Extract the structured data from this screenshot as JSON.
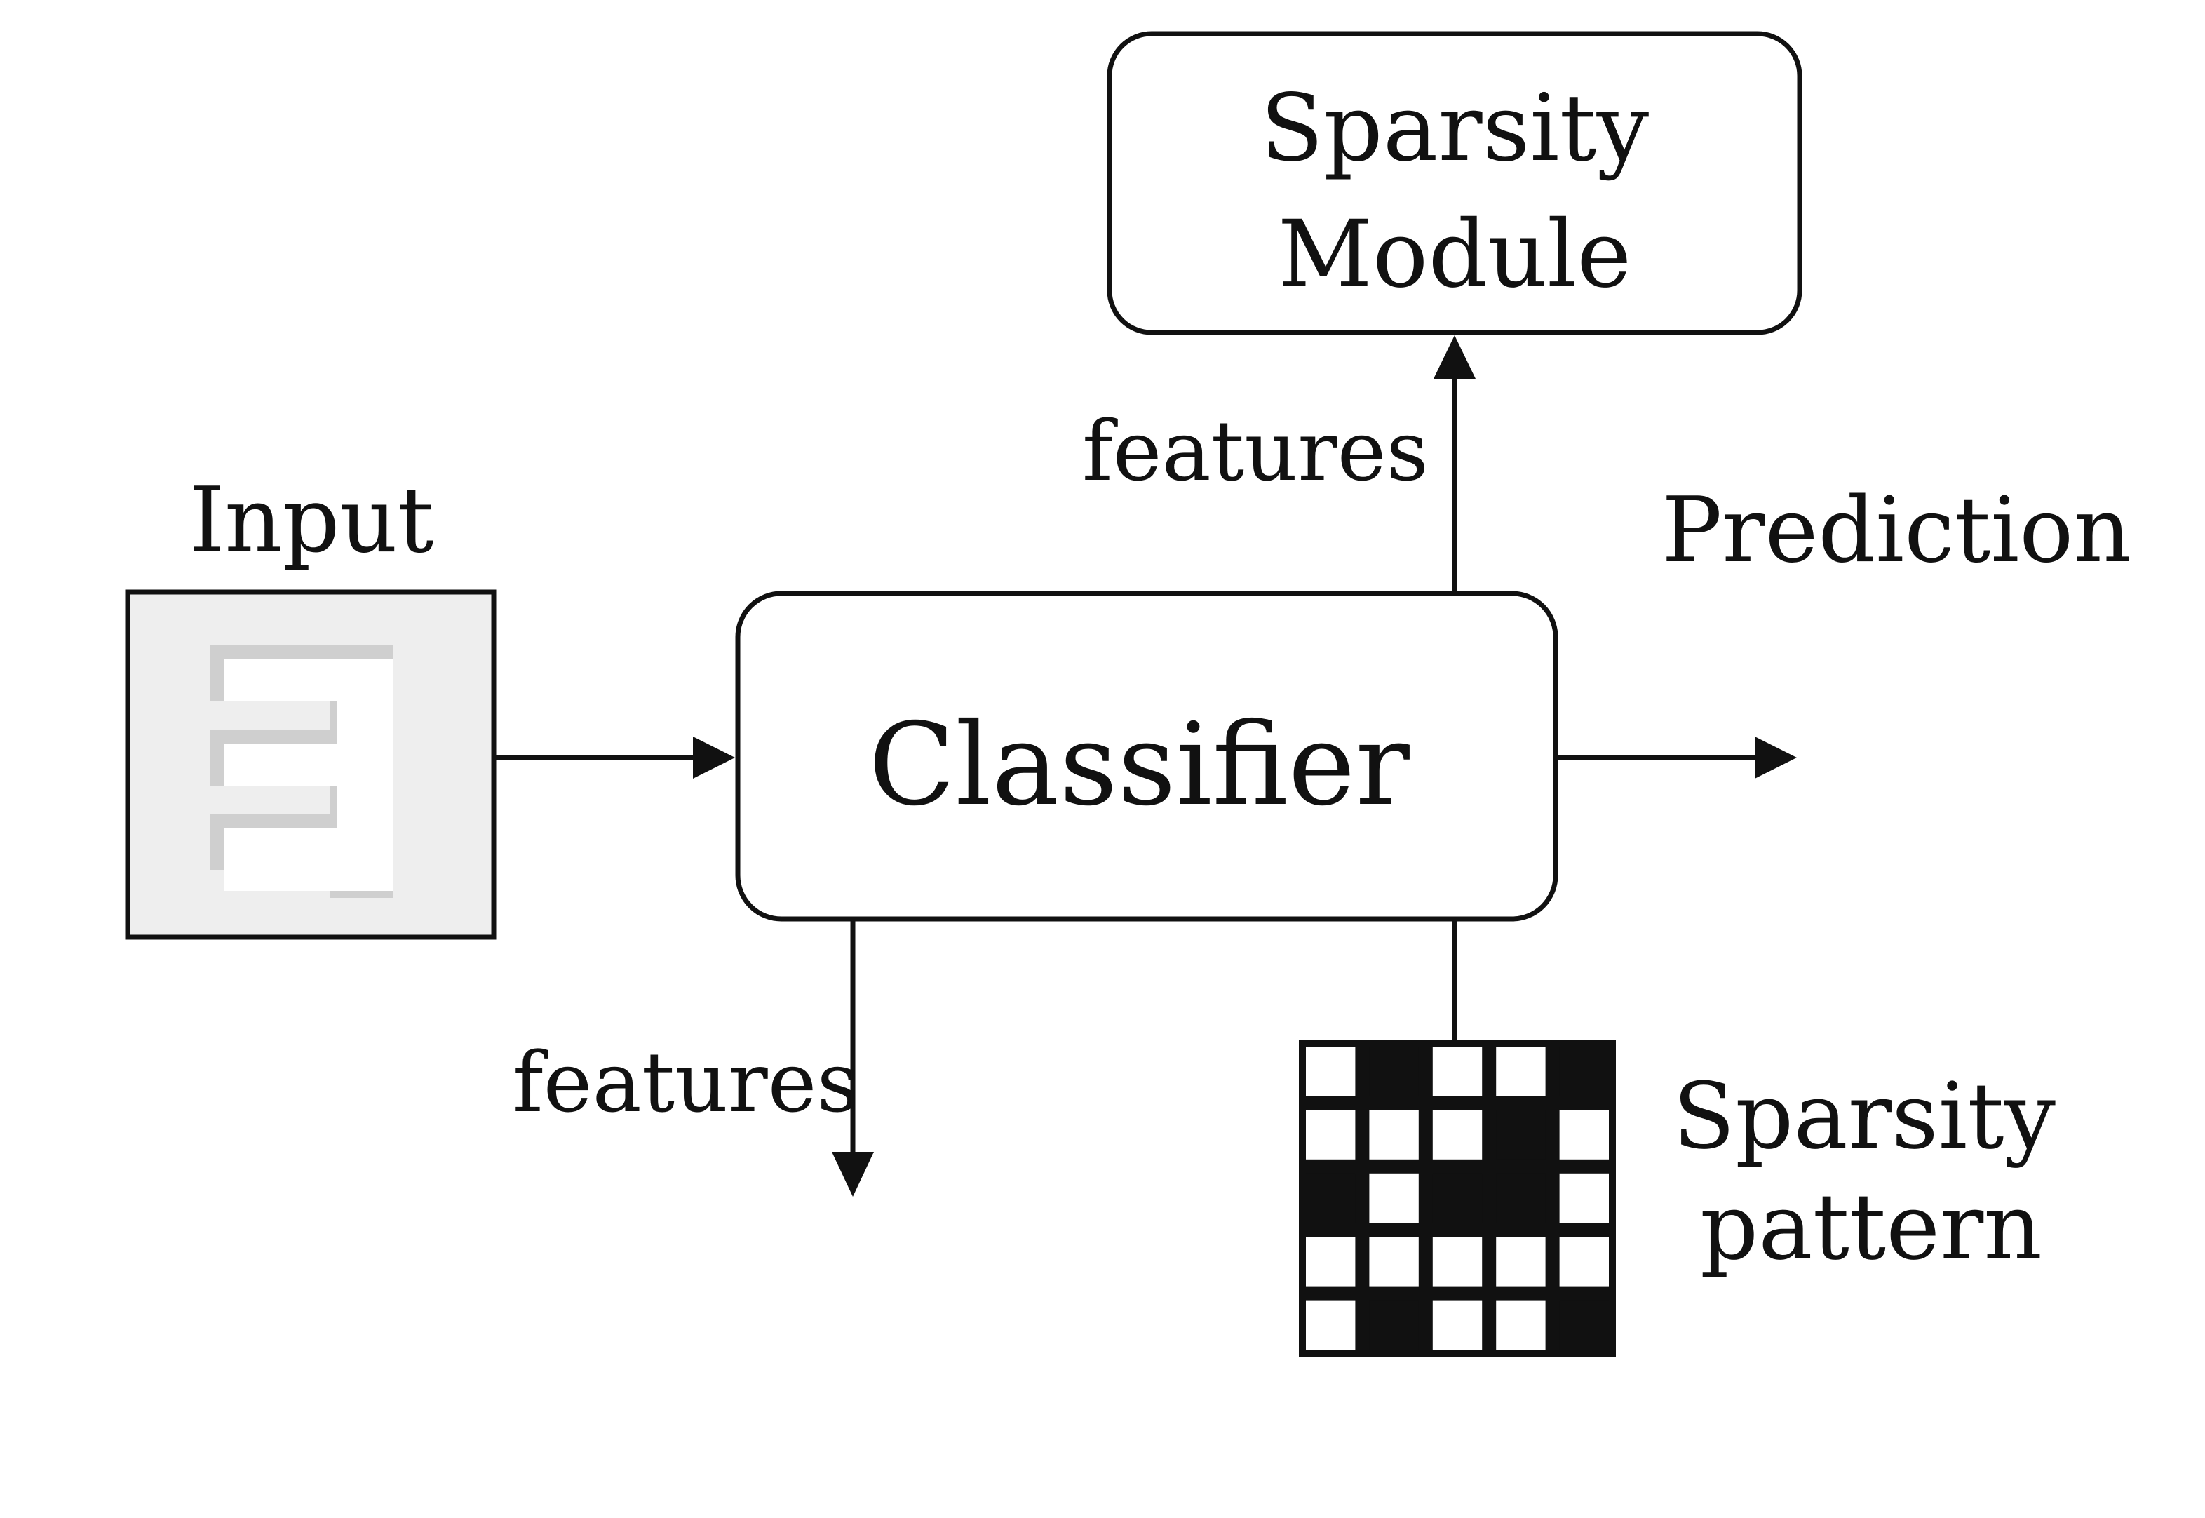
{
  "nodes": {
    "sparsity_module": {
      "line1": "Sparsity",
      "line2": "Module"
    },
    "classifier": {
      "label": "Classifier"
    },
    "input": {
      "label": "Input"
    }
  },
  "edge_labels": {
    "features_up": "features",
    "features_down": "features",
    "prediction": "Prediction"
  },
  "sparsity_pattern": {
    "line1": "Sparsity",
    "line2": "pattern",
    "rows": 5,
    "cols": 5,
    "grid": [
      [
        0,
        1,
        0,
        0,
        1
      ],
      [
        0,
        0,
        0,
        1,
        0
      ],
      [
        1,
        0,
        1,
        1,
        0
      ],
      [
        0,
        0,
        0,
        0,
        0
      ],
      [
        0,
        1,
        0,
        0,
        1
      ]
    ]
  },
  "colors": {
    "ink": "#111111",
    "background": "#ffffff",
    "input_panel": "#eeeeee",
    "input_glyph_shadow": "#cfcfcf",
    "input_glyph": "#ffffff"
  }
}
